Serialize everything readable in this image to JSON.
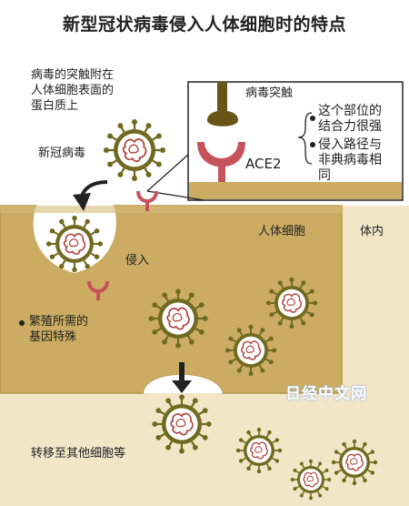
{
  "title": "新型冠状病毒侵入人体细胞时的特点",
  "labels": {
    "spike_desc": [
      "病毒的突触附在",
      "人体细胞表面的",
      "蛋白质上"
    ],
    "covid_virus": "新冠病毒",
    "virus_spike": "病毒突触",
    "ace2": "ACE2",
    "binding_strong": [
      "这个部位的",
      "结合力很强"
    ],
    "entry_route": [
      "侵入路径与",
      "非典病毒相",
      "同"
    ],
    "human_cell": "人体细胞",
    "in_body": "体内",
    "invade": "侵入",
    "gene_special": [
      "繁殖所需的",
      "基因特殊"
    ],
    "transfer": "转移至其他细胞等"
  },
  "watermark": "日经中文网",
  "colors": {
    "cell": "#cbac62",
    "cell_edge": "#b8964a",
    "background": "#f2e6c7",
    "virus_ring": "#6f6a1f",
    "virus_inner": "#ffffff",
    "rna": "#b2483f",
    "ace2": "#c8525c",
    "spike_body": "#6a5518",
    "arrow": "#222222"
  },
  "icons": [
    "virus-particle-icon",
    "ace2-receptor-icon",
    "spike-protein-icon",
    "down-arrow-icon",
    "curved-arrow-icon"
  ]
}
